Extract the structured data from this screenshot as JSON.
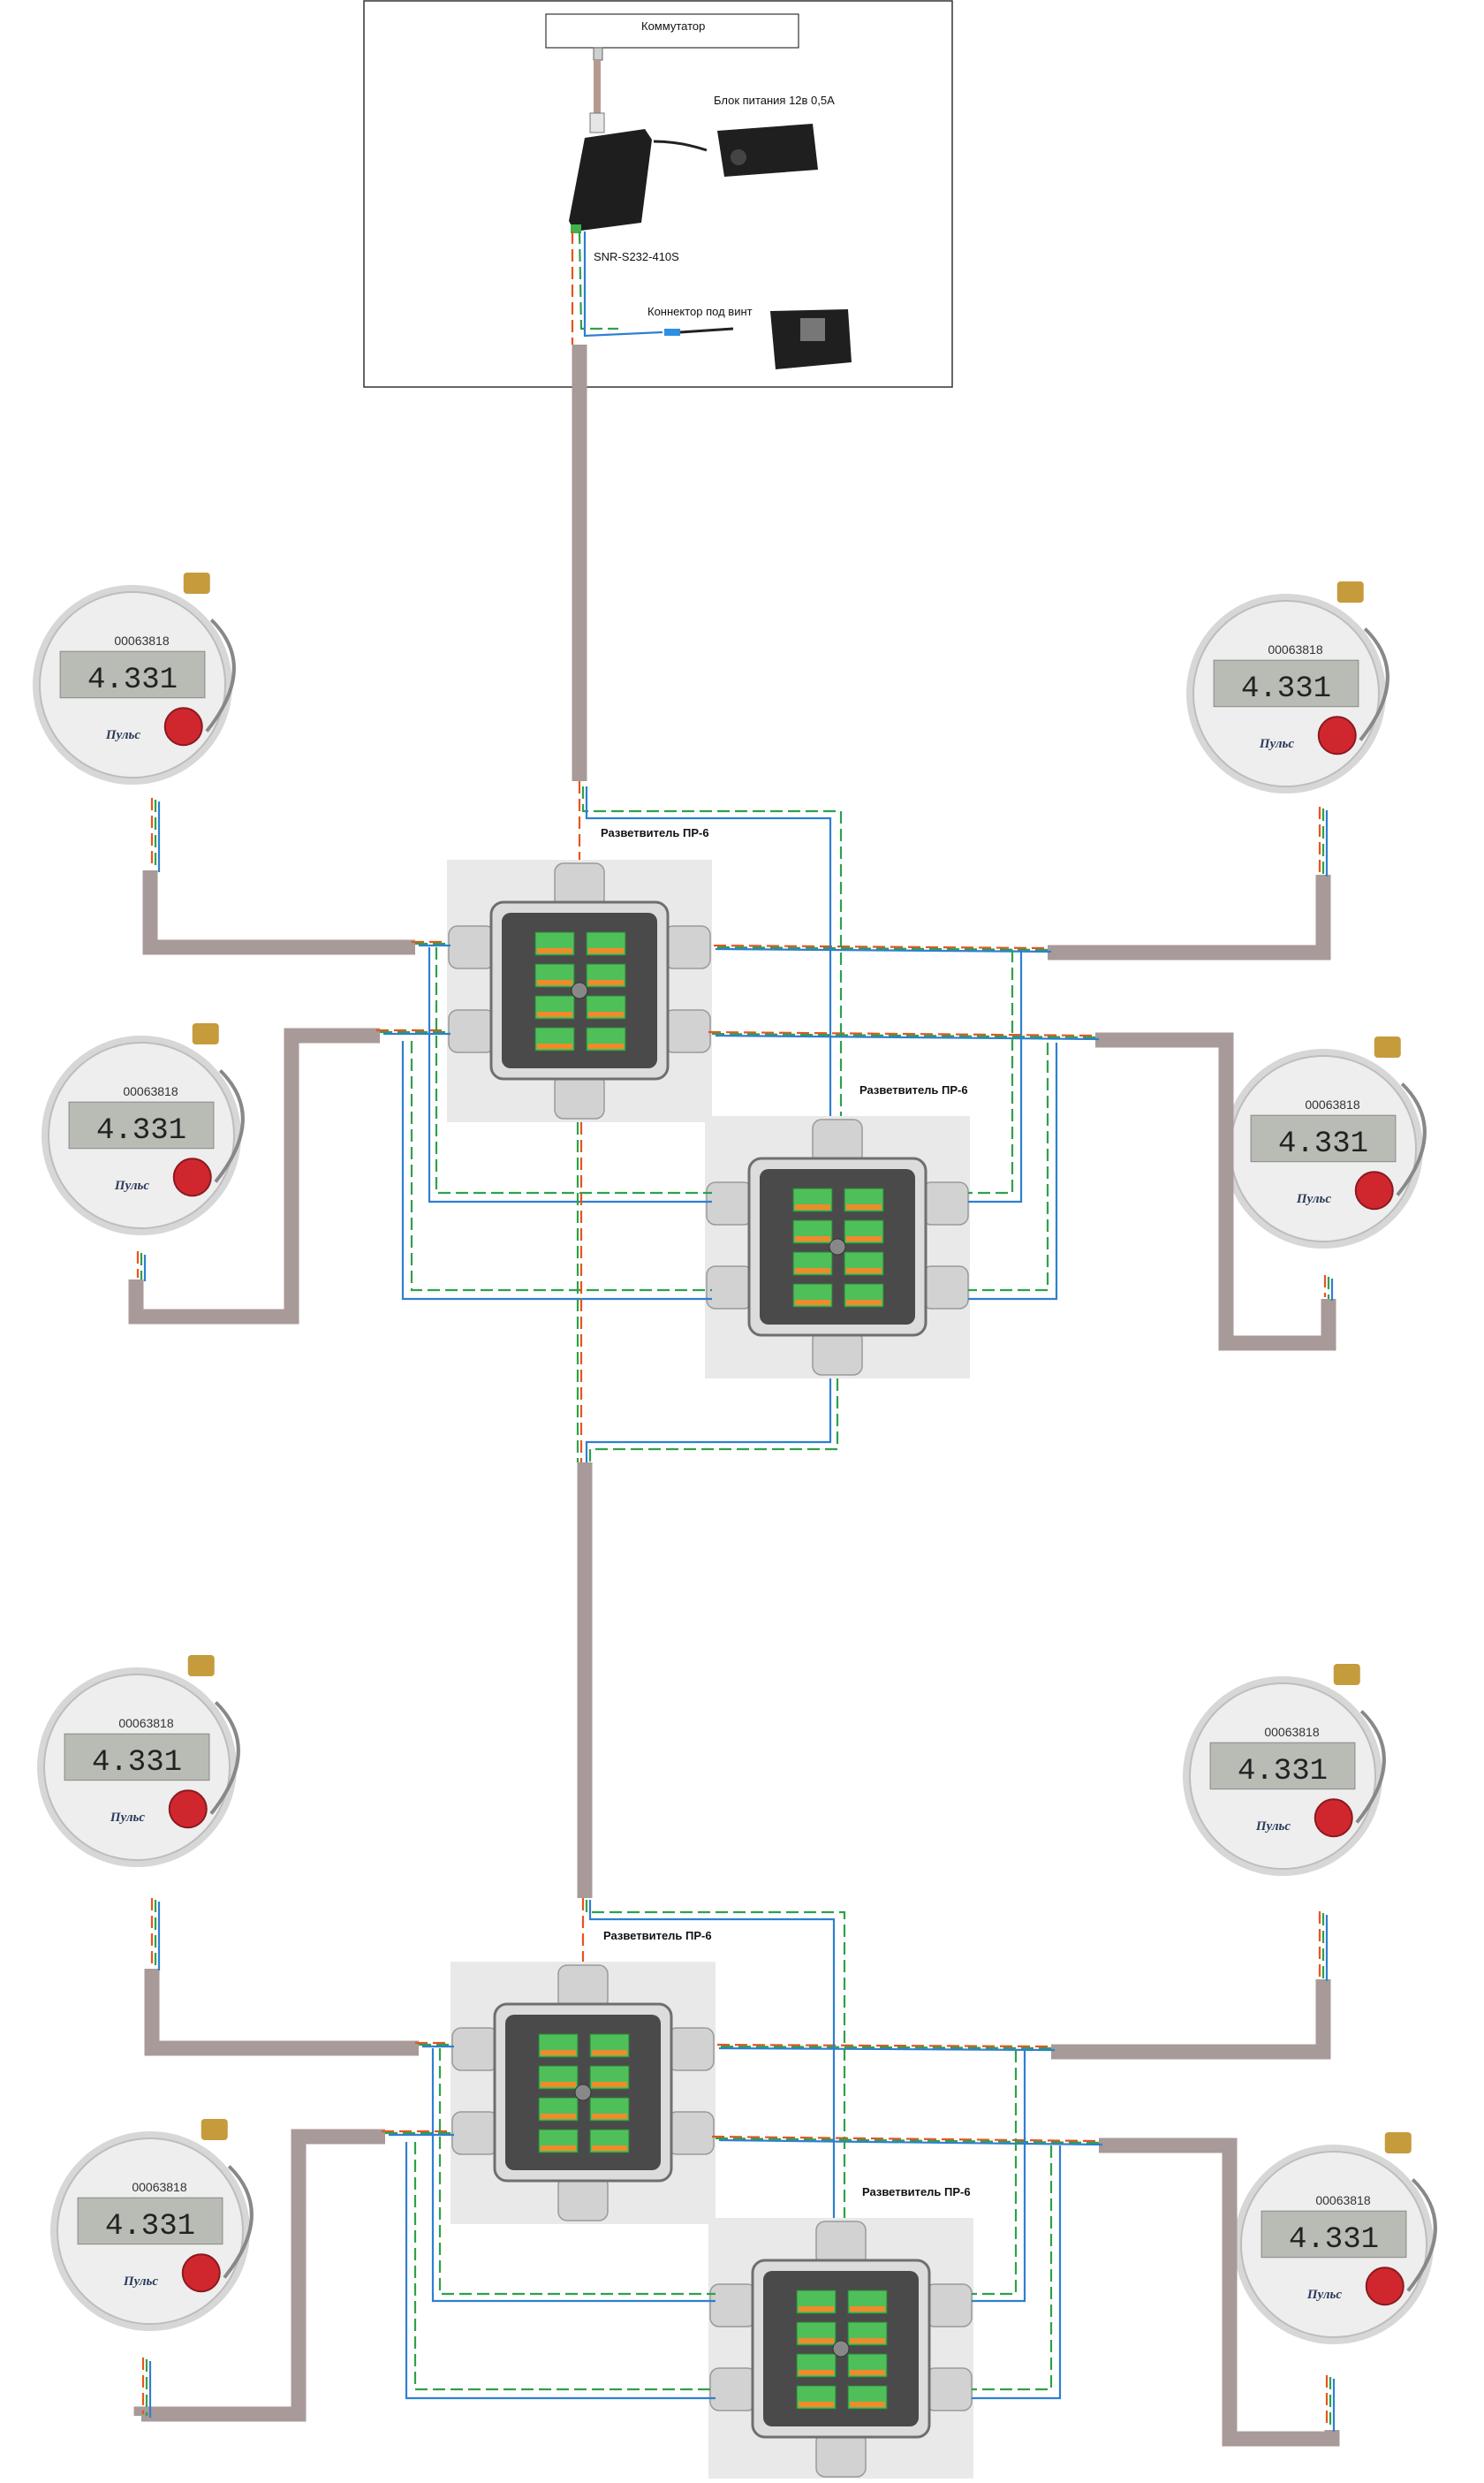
{
  "labels": {
    "switch": "Коммутатор",
    "psu": "Блок питания 12в 0,5А",
    "converter": "SNR-S232-410S",
    "screw_connector": "Коннектор под винт",
    "splitter": "Разветвитель ПР-6"
  },
  "meter": {
    "serial": "00063818",
    "reading": "4.331",
    "brand": "Пульс"
  },
  "colors": {
    "cable": "#a89a98",
    "wire_orange": "#e8541e",
    "wire_blue": "#2f7fd0",
    "wire_green": "#2fa14a",
    "box_bg": "#e9e9e9",
    "terminal_green": "#4fbf5a",
    "terminal_orange": "#f08a2a"
  }
}
